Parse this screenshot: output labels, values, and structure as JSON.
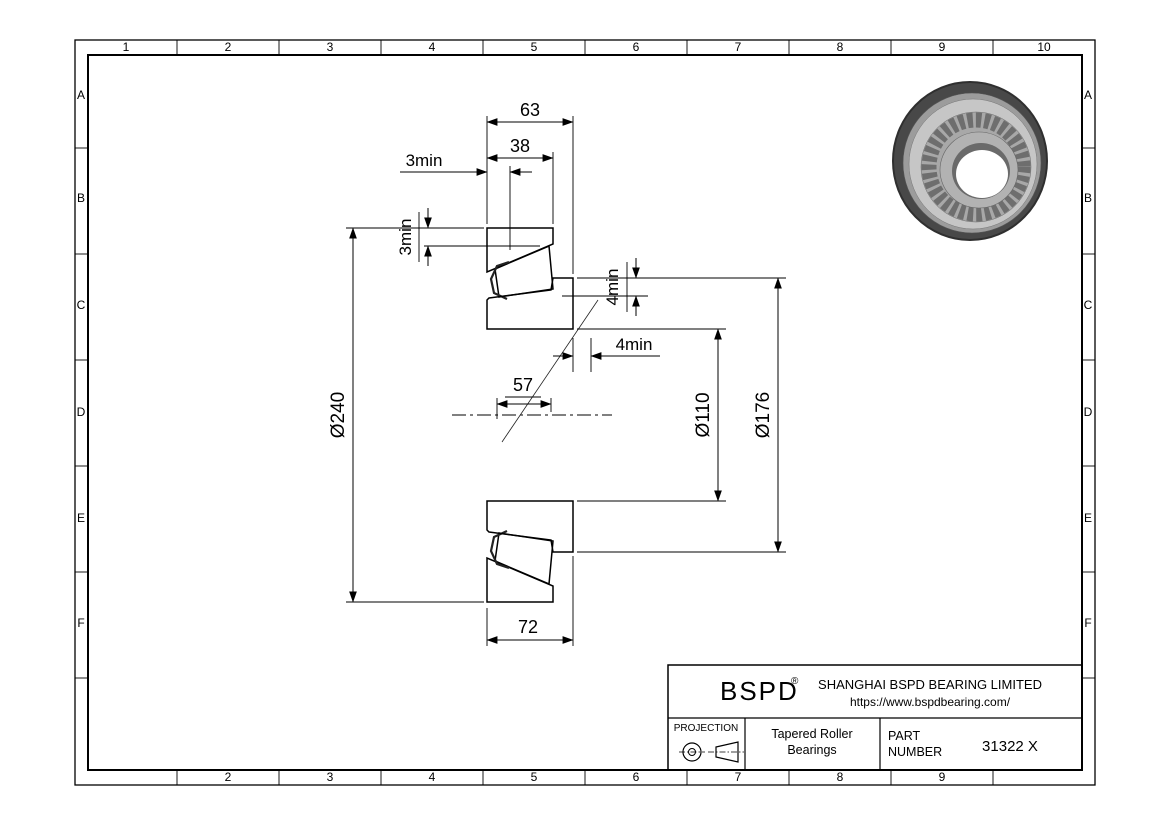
{
  "frame": {
    "top_numbers": [
      "1",
      "2",
      "3",
      "4",
      "5",
      "6",
      "7",
      "8",
      "9",
      "10"
    ],
    "bottom_numbers": [
      "2",
      "3",
      "4",
      "5",
      "6",
      "7",
      "8",
      "9"
    ],
    "left_letters": [
      "A",
      "B",
      "C",
      "D",
      "E",
      "F"
    ],
    "right_letters": [
      "A",
      "B",
      "C",
      "D",
      "E",
      "F"
    ]
  },
  "dims": {
    "d63": "63",
    "d38": "38",
    "d57": "57",
    "d72": "72",
    "d240": "Ø240",
    "d110": "Ø110",
    "d176": "Ø176",
    "min3": "3min",
    "min4": "4min"
  },
  "title_block": {
    "logo": "BSPD",
    "registered": "®",
    "company": "SHANGHAI BSPD BEARING LIMITED",
    "website": "https://www.bspdbearing.com/",
    "projection_label": "PROJECTION",
    "product_line1": "Tapered Roller",
    "product_line2": "Bearings",
    "part_label_line1": "PART",
    "part_label_line2": "NUMBER",
    "part_number": "31322 X"
  }
}
